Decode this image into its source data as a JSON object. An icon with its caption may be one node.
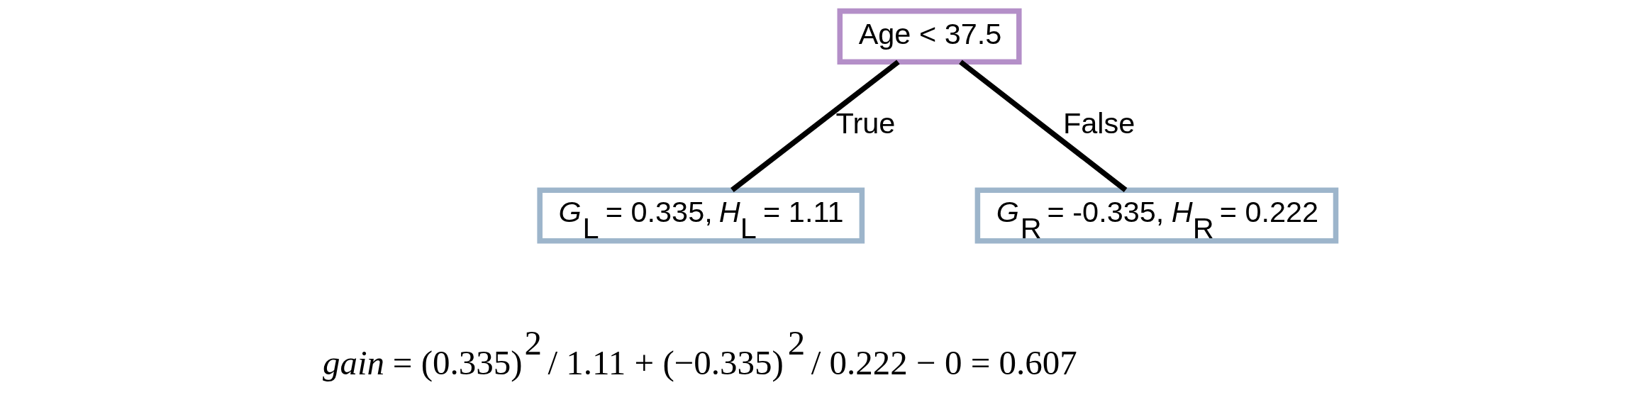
{
  "diagram": {
    "nodes": [
      {
        "text": [
          "Age < 37.5"
        ]
      },
      {
        "text": [
          "*G*$_{L}$ = 0.335, *H*$_{L}$ = 1.11"
        ]
      },
      {
        "text": [
          "*G*$_{R}$ = -0.335, *H*$_{R}$ = 0.222"
        ]
      }
    ],
    "edges": [
      {
        "from": 0,
        "to": 1,
        "arrow": "none",
        "label": "True"
      },
      {
        "from": 0,
        "to": 2,
        "arrow": "none",
        "label": "False"
      }
    ],
    "labels": [
      "*gain* = (0.335)$^{2}$ / 1.11 + (−0.335)$^{2}$ / 0.222 − 0 = 0.607"
    ]
  }
}
